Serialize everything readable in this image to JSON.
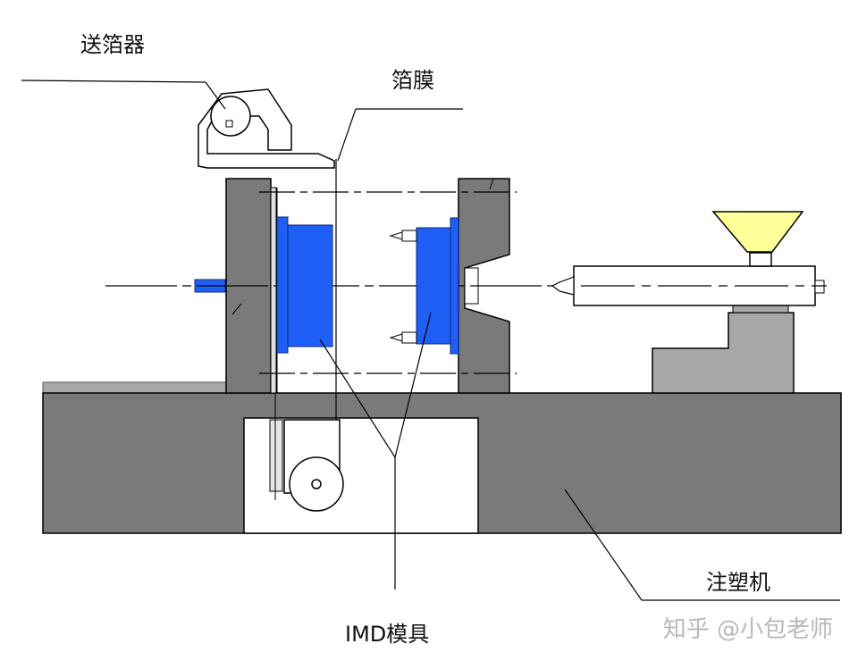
{
  "diagram": {
    "labels": {
      "feeder": "送箔器",
      "foil": "箔膜",
      "mold": "IMD模具",
      "machine": "注塑机"
    },
    "watermark": "知乎 @小包老师",
    "colors": {
      "machine_gray": "#7a7a7a",
      "light_gray": "#a8a8a8",
      "mold_blue": "#1f5ff5",
      "hopper_yellow": "#ffff99",
      "line": "#000000"
    }
  }
}
